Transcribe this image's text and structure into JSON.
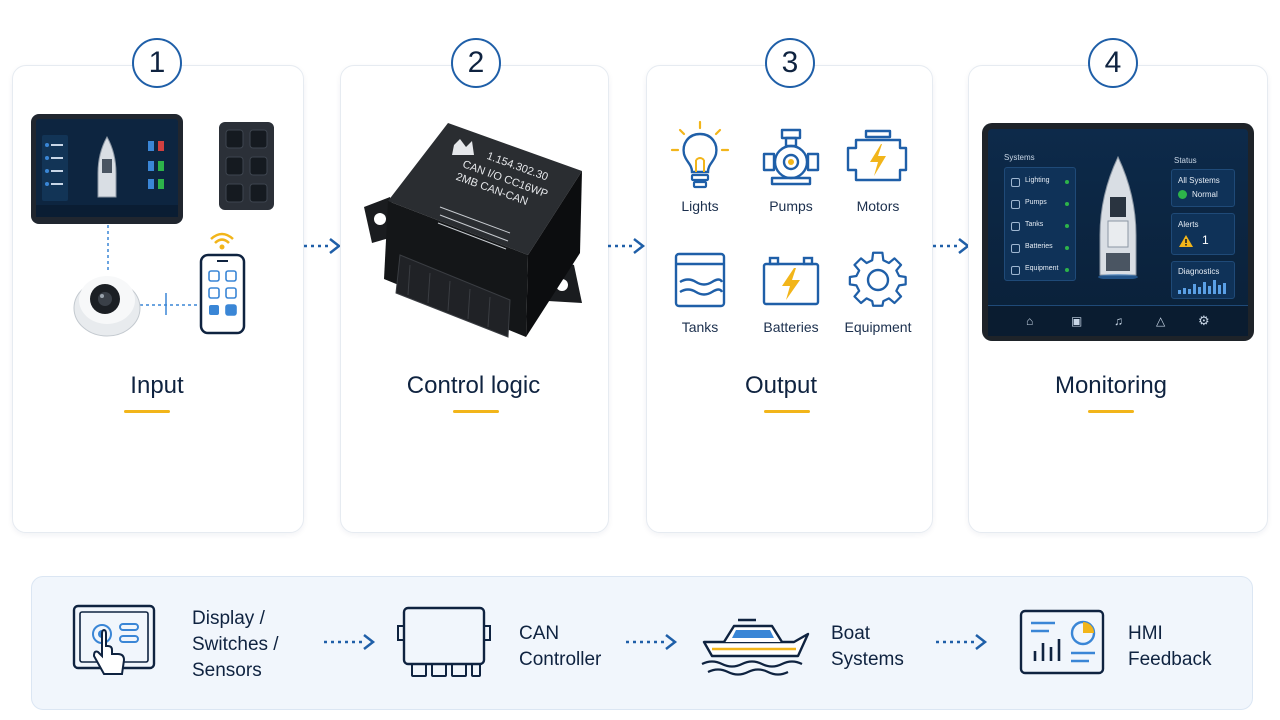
{
  "steps": [
    {
      "num": "1",
      "title": "Input"
    },
    {
      "num": "2",
      "title": "Control logic"
    },
    {
      "num": "3",
      "title": "Output"
    },
    {
      "num": "4",
      "title": "Monitoring"
    }
  ],
  "controller": {
    "line1": "1.154.302.30",
    "line2": "CAN I/O  CC16WP",
    "line3": "2MB  CAN-CAN"
  },
  "outputs": [
    "Lights",
    "Pumps",
    "Motors",
    "Tanks",
    "Batteries",
    "Equipment"
  ],
  "monitor": {
    "systems_label": "Systems",
    "systems": [
      "Lighting",
      "Pumps",
      "Tanks",
      "Batteries",
      "Equipment"
    ],
    "status_label": "Status",
    "status_line1": "All Systems",
    "status_line2": "Normal",
    "alerts_label": "Alerts",
    "alerts_count": "1",
    "diagnostics_label": "Diagnostics"
  },
  "flow": [
    {
      "label_lines": [
        "Display /",
        "Switches /",
        "Sensors"
      ]
    },
    {
      "label_lines": [
        "CAN",
        "Controller"
      ]
    },
    {
      "label_lines": [
        "Boat",
        "Systems"
      ]
    },
    {
      "label_lines": [
        "HMI",
        "Feedback"
      ]
    }
  ],
  "colors": {
    "accent_blue": "#1f5fa8",
    "accent_yellow": "#f2b51a",
    "dark_text": "#0f2340",
    "status_green": "#2db34a"
  }
}
